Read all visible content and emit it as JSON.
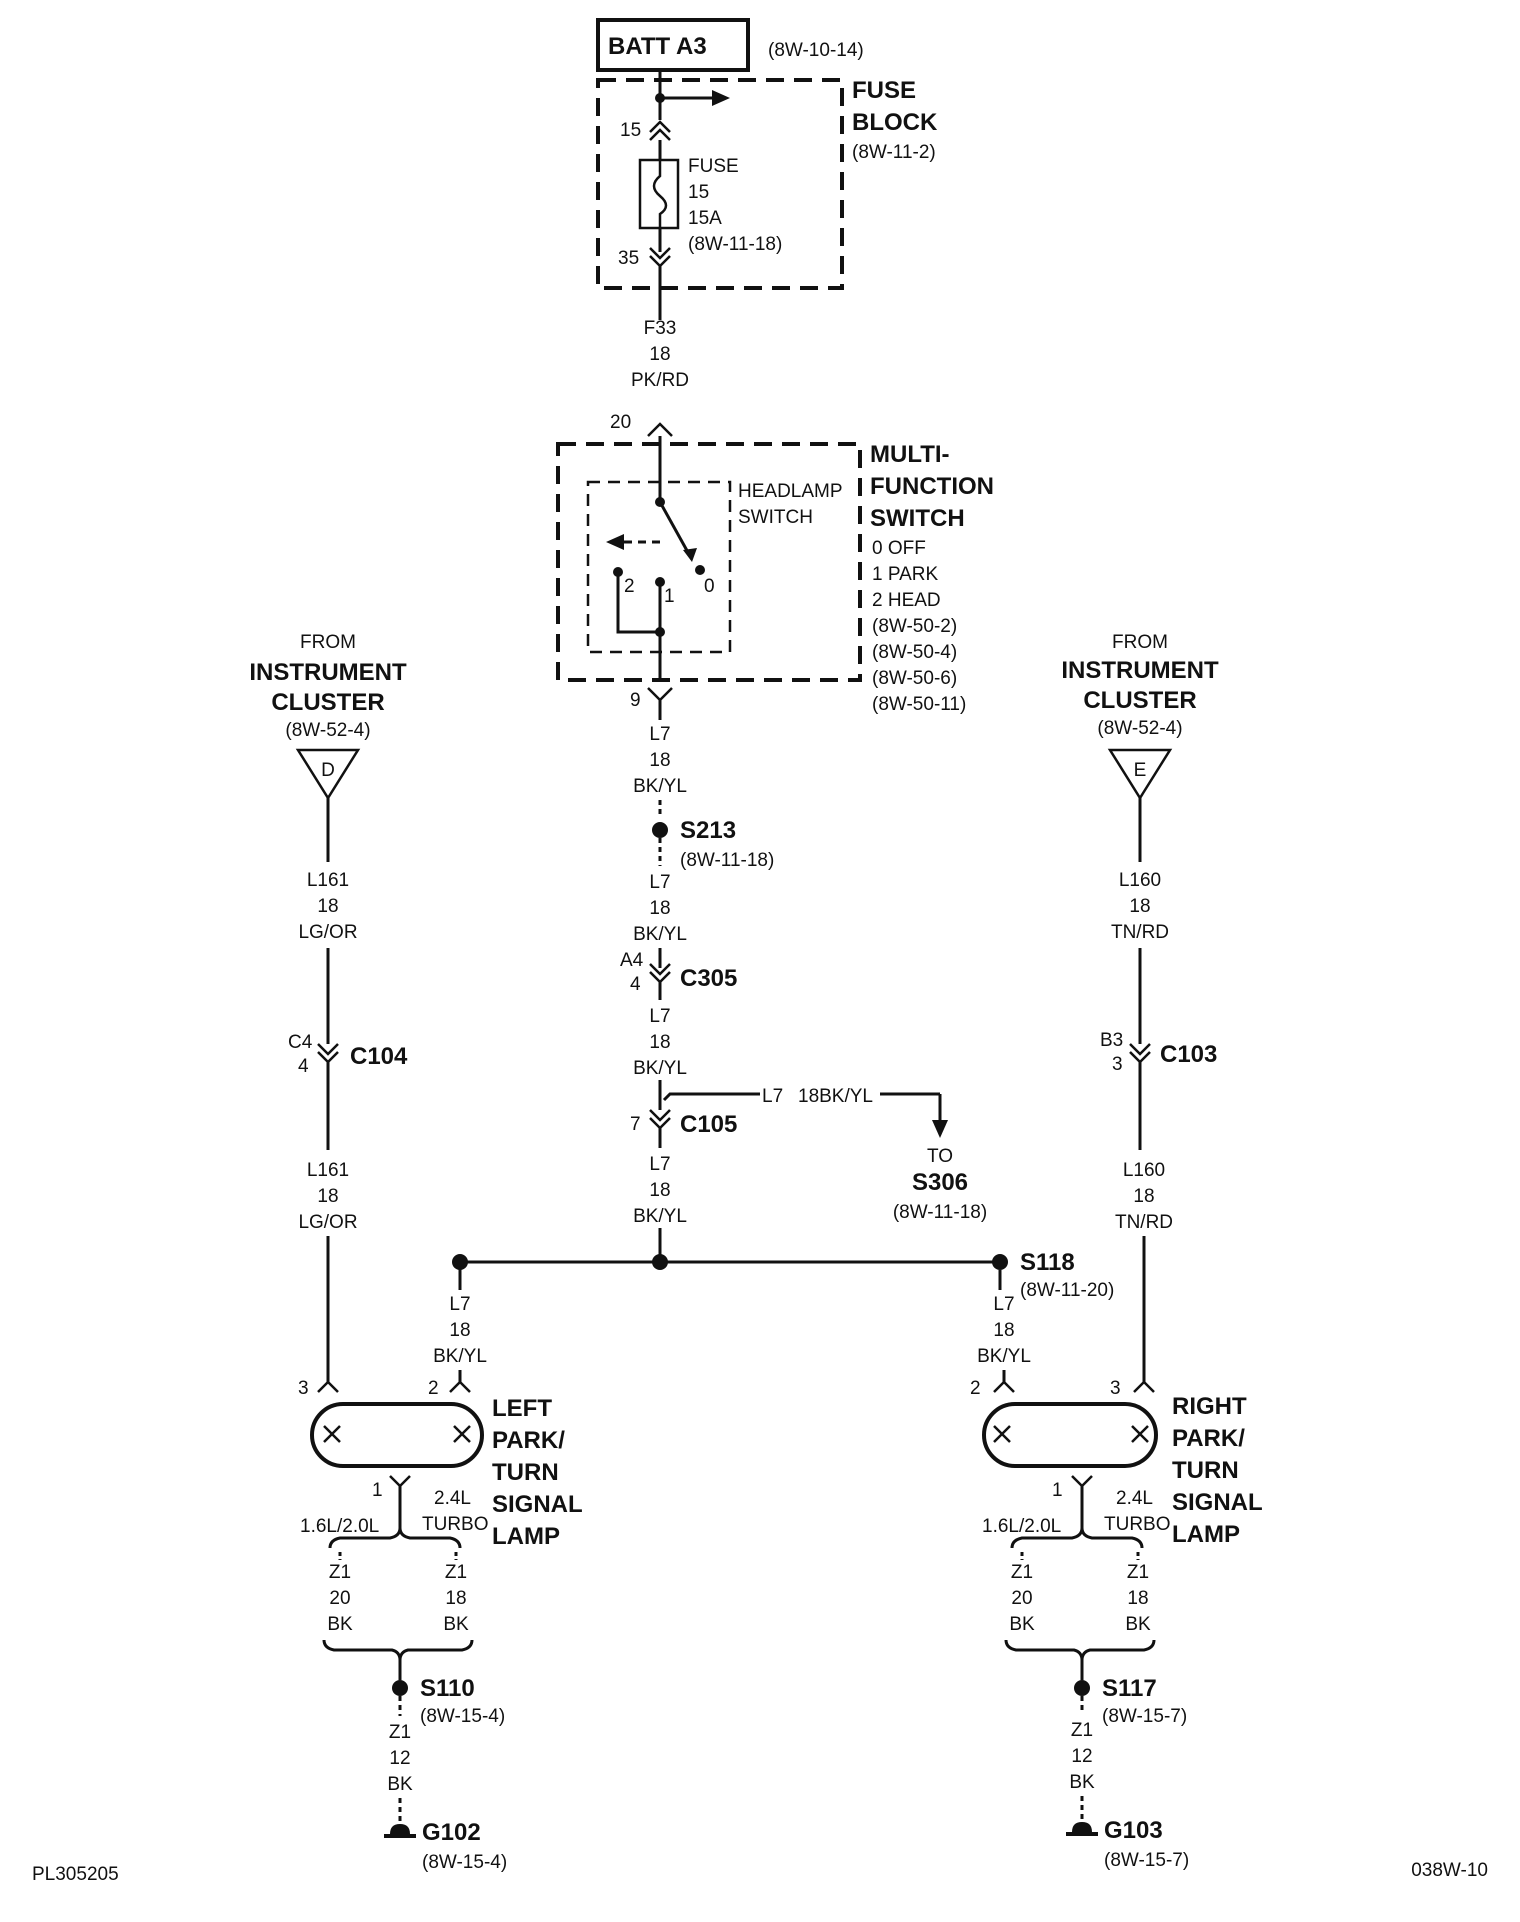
{
  "batt": {
    "label": "BATT A3",
    "ref": "(8W-10-14)"
  },
  "fuse_block": {
    "title1": "FUSE",
    "title2": "BLOCK",
    "ref": "(8W-11-2)",
    "pin_in": "15",
    "pin_out": "35",
    "fuse_line1": "FUSE",
    "fuse_line2": "15",
    "fuse_line3": "15A",
    "fuse_ref": "(8W-11-18)"
  },
  "wire_f33": {
    "circuit": "F33",
    "gauge": "18",
    "color": "PK/RD"
  },
  "mfs": {
    "title1": "MULTI-",
    "title2": "FUNCTION",
    "title3": "SWITCH",
    "pos0": "0 OFF",
    "pos1": "1 PARK",
    "pos2": "2 HEAD",
    "ref1": "(8W-50-2)",
    "ref2": "(8W-50-4)",
    "ref3": "(8W-50-6)",
    "ref4": "(8W-50-11)",
    "inner1": "HEADLAMP",
    "inner2": "SWITCH",
    "pin_in": "20",
    "pin_out": "9",
    "contact0": "0",
    "contact1": "1",
    "contact2": "2"
  },
  "l7_a": {
    "circuit": "L7",
    "gauge": "18",
    "color": "BK/YL"
  },
  "s213": {
    "label": "S213",
    "ref": "(8W-11-18)"
  },
  "l7_b": {
    "circuit": "L7",
    "gauge": "18",
    "color": "BK/YL"
  },
  "c305": {
    "label": "C305",
    "pin_a": "A4",
    "pin_b": "4"
  },
  "l7_c": {
    "circuit": "L7",
    "gauge": "18",
    "color": "BK/YL"
  },
  "c105": {
    "label": "C105",
    "pin": "7"
  },
  "branch": {
    "wire": "L7",
    "wire2": "18BK/YL",
    "to": "TO",
    "dest": "S306",
    "ref": "(8W-11-18)"
  },
  "l7_d": {
    "circuit": "L7",
    "gauge": "18",
    "color": "BK/YL"
  },
  "left_from": {
    "from": "FROM",
    "name1": "INSTRUMENT",
    "name2": "CLUSTER",
    "ref": "(8W-52-4)",
    "tag": "D"
  },
  "right_from": {
    "from": "FROM",
    "name1": "INSTRUMENT",
    "name2": "CLUSTER",
    "ref": "(8W-52-4)",
    "tag": "E"
  },
  "l161_a": {
    "circuit": "L161",
    "gauge": "18",
    "color": "LG/OR"
  },
  "c104": {
    "label": "C104",
    "pin_a": "C4",
    "pin_b": "4"
  },
  "l161_b": {
    "circuit": "L161",
    "gauge": "18",
    "color": "LG/OR"
  },
  "l160_a": {
    "circuit": "L160",
    "gauge": "18",
    "color": "TN/RD"
  },
  "c103": {
    "label": "C103",
    "pin_a": "B3",
    "pin_b": "3"
  },
  "l160_b": {
    "circuit": "L160",
    "gauge": "18",
    "color": "TN/RD"
  },
  "s118": {
    "label": "S118",
    "ref": "(8W-11-20)"
  },
  "l7_left": {
    "circuit": "L7",
    "gauge": "18",
    "color": "BK/YL"
  },
  "l7_right": {
    "circuit": "L7",
    "gauge": "18",
    "color": "BK/YL"
  },
  "left_lamp": {
    "t1": "LEFT",
    "t2": "PARK/",
    "t3": "TURN",
    "t4": "SIGNAL",
    "t5": "LAMP",
    "pin3": "3",
    "pin2": "2",
    "pin1": "1",
    "opt_a": "1.6L/2.0L",
    "opt_b1": "2.4L",
    "opt_b2": "TURBO"
  },
  "right_lamp": {
    "t1": "RIGHT",
    "t2": "PARK/",
    "t3": "TURN",
    "t4": "SIGNAL",
    "t5": "LAMP",
    "pin3": "3",
    "pin2": "2",
    "pin1": "1",
    "opt_a": "1.6L/2.0L",
    "opt_b1": "2.4L",
    "opt_b2": "TURBO"
  },
  "lz1_a": {
    "circuit": "Z1",
    "gauge": "20",
    "color": "BK"
  },
  "lz1_b": {
    "circuit": "Z1",
    "gauge": "18",
    "color": "BK"
  },
  "rz1_a": {
    "circuit": "Z1",
    "gauge": "20",
    "color": "BK"
  },
  "rz1_b": {
    "circuit": "Z1",
    "gauge": "18",
    "color": "BK"
  },
  "s110": {
    "label": "S110",
    "ref": "(8W-15-4)"
  },
  "s117": {
    "label": "S117",
    "ref": "(8W-15-7)"
  },
  "lz1_c": {
    "circuit": "Z1",
    "gauge": "12",
    "color": "BK"
  },
  "rz1_c": {
    "circuit": "Z1",
    "gauge": "12",
    "color": "BK"
  },
  "g102": {
    "label": "G102",
    "ref": "(8W-15-4)"
  },
  "g103": {
    "label": "G103",
    "ref": "(8W-15-7)"
  },
  "footer": {
    "left": "PL305205",
    "right": "038W-10"
  }
}
